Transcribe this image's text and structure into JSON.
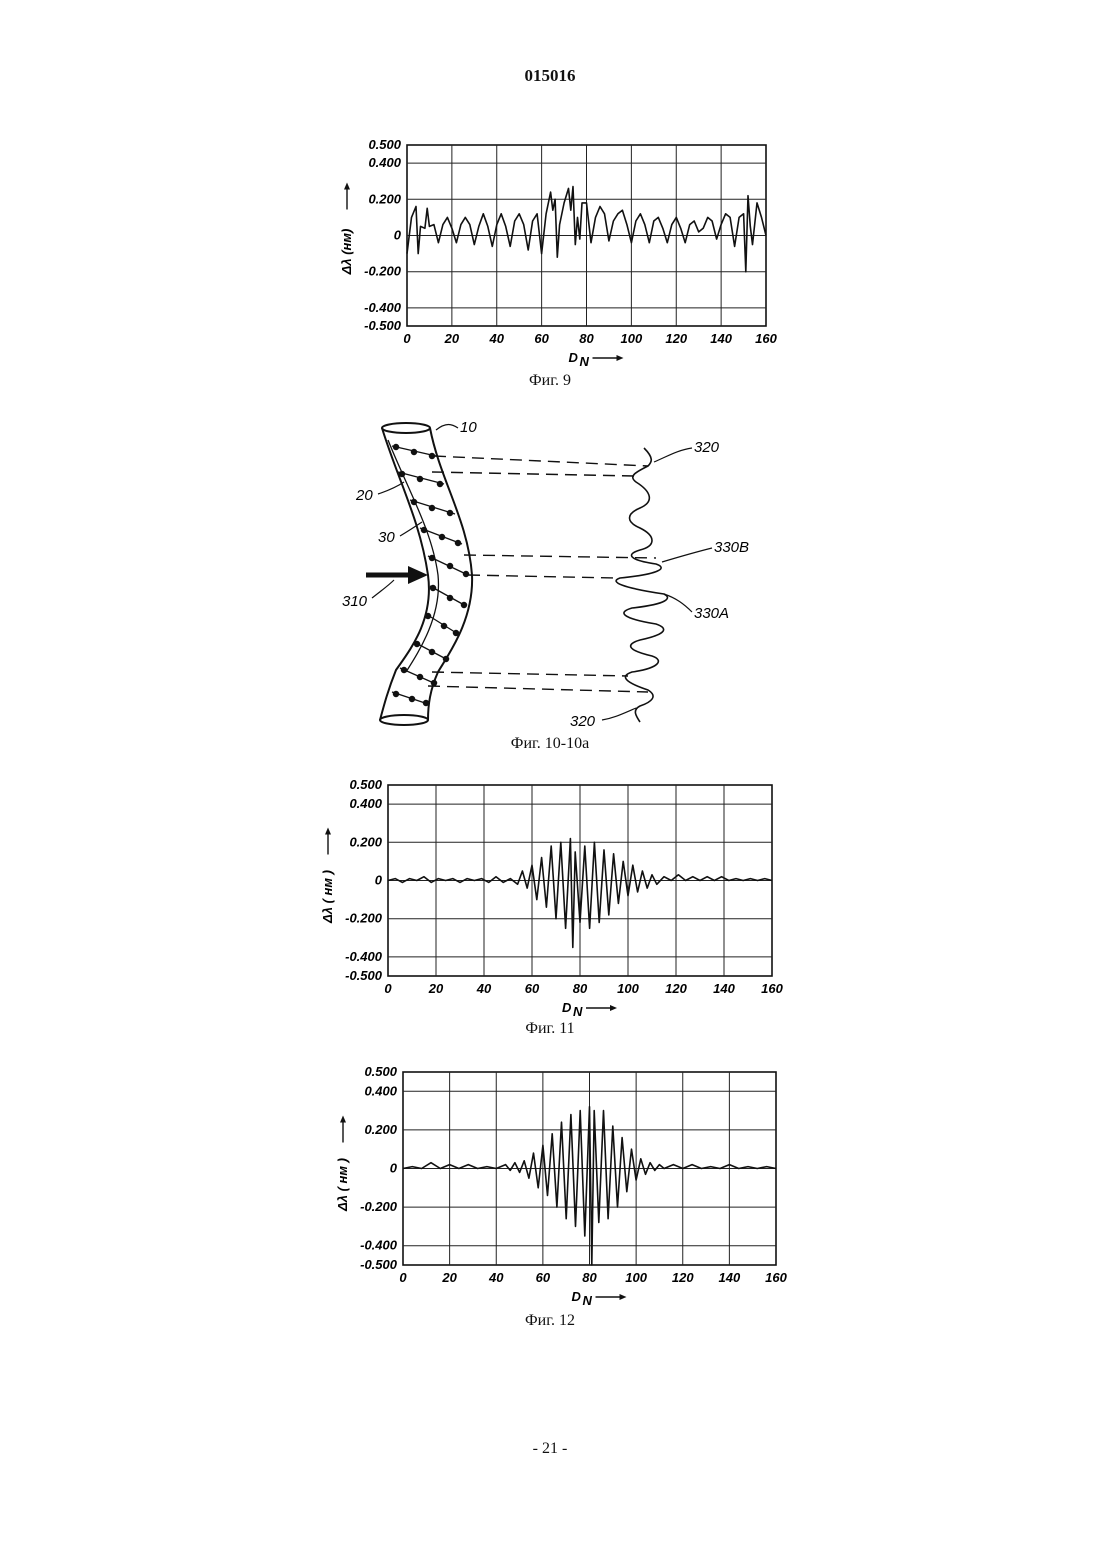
{
  "header": {
    "doc_number": "015016"
  },
  "footer": {
    "page_label": "- 21 -"
  },
  "charts": [
    {
      "id": "fig9",
      "caption": "Фиг. 9",
      "ylabel": "Δλ (нм)",
      "xlabel": "D",
      "xlabel_sub": "N",
      "ytick_labels": [
        "0.500",
        "0.400",
        "0.200",
        "0",
        "-0.200",
        "-0.400",
        "-0.500"
      ],
      "xtick_labels": [
        "0",
        "20",
        "40",
        "60",
        "80",
        "100",
        "120",
        "140",
        "160"
      ]
    },
    {
      "id": "fig11",
      "caption": "Фиг. 11",
      "ylabel": "Δλ ( нм )",
      "xlabel": "D",
      "xlabel_sub": "N",
      "ytick_labels": [
        "0.500",
        "0.400",
        "0.200",
        "0",
        "-0.200",
        "-0.400",
        "-0.500"
      ],
      "xtick_labels": [
        "0",
        "20",
        "40",
        "60",
        "80",
        "100",
        "120",
        "140",
        "160"
      ]
    },
    {
      "id": "fig12",
      "caption": "Фиг. 12",
      "ylabel": "Δλ ( нм )",
      "xlabel": "D",
      "xlabel_sub": "N",
      "ytick_labels": [
        "0.500",
        "0.400",
        "0.200",
        "0",
        "-0.200",
        "-0.400",
        "-0.500"
      ],
      "xtick_labels": [
        "0",
        "20",
        "40",
        "60",
        "80",
        "100",
        "120",
        "140",
        "160"
      ]
    }
  ],
  "chart_data": [
    {
      "type": "line",
      "xlim": [
        0,
        160
      ],
      "ylim": [
        -0.5,
        0.5
      ],
      "grid": true,
      "x": [
        0,
        2,
        4,
        5,
        6,
        8,
        9,
        10,
        12,
        14,
        16,
        18,
        20,
        22,
        24,
        26,
        28,
        30,
        32,
        34,
        36,
        38,
        40,
        42,
        44,
        46,
        48,
        50,
        52,
        54,
        56,
        58,
        60,
        62,
        64,
        65,
        66,
        67,
        68,
        70,
        72,
        73,
        74,
        75,
        76,
        77,
        78,
        80,
        82,
        84,
        86,
        88,
        90,
        92,
        94,
        96,
        98,
        100,
        102,
        104,
        106,
        108,
        110,
        112,
        114,
        116,
        118,
        120,
        122,
        124,
        126,
        128,
        130,
        132,
        134,
        136,
        138,
        140,
        142,
        144,
        146,
        148,
        150,
        151,
        152,
        153,
        154,
        156,
        158,
        160
      ],
      "y": [
        -0.1,
        0.1,
        0.16,
        -0.1,
        0.05,
        0.04,
        0.15,
        0.05,
        0.06,
        -0.04,
        0.06,
        0.1,
        0.04,
        -0.04,
        0.06,
        0.1,
        0.06,
        -0.05,
        0.05,
        0.12,
        0.05,
        -0.06,
        0.06,
        0.12,
        0.05,
        -0.06,
        0.08,
        0.12,
        0.06,
        -0.08,
        0.08,
        0.12,
        -0.1,
        0.12,
        0.24,
        0.14,
        0.2,
        -0.12,
        0.06,
        0.18,
        0.26,
        0.14,
        0.27,
        -0.05,
        0.1,
        -0.02,
        0.18,
        0.18,
        -0.04,
        0.1,
        0.16,
        0.12,
        -0.03,
        0.08,
        0.12,
        0.14,
        0.06,
        -0.04,
        0.08,
        0.12,
        0.06,
        -0.04,
        0.08,
        0.1,
        0.04,
        -0.04,
        0.06,
        0.1,
        0.04,
        -0.04,
        0.06,
        0.08,
        0.02,
        0.04,
        0.1,
        0.08,
        -0.02,
        0.06,
        0.12,
        0.1,
        -0.06,
        0.1,
        0.12,
        -0.2,
        0.22,
        0.05,
        -0.05,
        0.18,
        0.1,
        0.0
      ]
    },
    {
      "type": "line",
      "xlim": [
        0,
        160
      ],
      "ylim": [
        -0.5,
        0.5
      ],
      "grid": true,
      "x": [
        0,
        3,
        6,
        9,
        12,
        15,
        18,
        21,
        24,
        27,
        30,
        33,
        36,
        39,
        42,
        45,
        48,
        51,
        54,
        56,
        58,
        60,
        62,
        64,
        66,
        68,
        70,
        72,
        74,
        76,
        77,
        78,
        80,
        82,
        84,
        86,
        88,
        90,
        92,
        94,
        96,
        98,
        100,
        102,
        104,
        106,
        108,
        110,
        112,
        115,
        118,
        121,
        124,
        127,
        130,
        133,
        136,
        139,
        142,
        145,
        148,
        151,
        154,
        157,
        160
      ],
      "y": [
        0,
        0.01,
        -0.01,
        0.01,
        0.0,
        0.02,
        -0.01,
        0.01,
        0.0,
        0.01,
        -0.01,
        0.01,
        0.0,
        0.01,
        -0.01,
        0.02,
        -0.01,
        0.01,
        -0.02,
        0.05,
        -0.04,
        0.08,
        -0.1,
        0.12,
        -0.14,
        0.18,
        -0.2,
        0.2,
        -0.25,
        0.22,
        -0.35,
        0.15,
        -0.22,
        0.18,
        -0.25,
        0.2,
        -0.22,
        0.16,
        -0.18,
        0.14,
        -0.12,
        0.1,
        -0.08,
        0.08,
        -0.06,
        0.05,
        -0.04,
        0.03,
        -0.02,
        0.02,
        0.0,
        0.03,
        0.0,
        0.02,
        0.0,
        0.02,
        0.0,
        0.02,
        0.0,
        0.01,
        0.0,
        0.01,
        0.0,
        0.01,
        0.0
      ]
    },
    {
      "type": "line",
      "xlim": [
        0,
        160
      ],
      "ylim": [
        -0.5,
        0.5
      ],
      "grid": true,
      "x": [
        0,
        4,
        8,
        12,
        16,
        20,
        24,
        28,
        32,
        36,
        40,
        44,
        46,
        48,
        50,
        52,
        54,
        56,
        58,
        60,
        62,
        64,
        66,
        68,
        70,
        72,
        74,
        76,
        78,
        80,
        81,
        82,
        84,
        86,
        88,
        90,
        92,
        94,
        96,
        98,
        100,
        102,
        104,
        106,
        108,
        110,
        112,
        116,
        120,
        124,
        128,
        132,
        136,
        140,
        144,
        148,
        152,
        156,
        160
      ],
      "y": [
        0,
        0.01,
        0.0,
        0.03,
        0.0,
        0.02,
        0.0,
        0.02,
        0.0,
        0.01,
        0.0,
        0.02,
        -0.01,
        0.03,
        -0.02,
        0.04,
        -0.05,
        0.08,
        -0.1,
        0.12,
        -0.14,
        0.18,
        -0.2,
        0.24,
        -0.26,
        0.28,
        -0.3,
        0.3,
        -0.35,
        0.32,
        -0.5,
        0.3,
        -0.28,
        0.3,
        -0.26,
        0.22,
        -0.2,
        0.16,
        -0.12,
        0.1,
        -0.06,
        0.05,
        -0.03,
        0.03,
        -0.01,
        0.02,
        0.0,
        0.02,
        0.0,
        0.02,
        0.0,
        0.01,
        0.0,
        0.02,
        0.0,
        0.01,
        0.0,
        0.01,
        0.0
      ]
    }
  ],
  "diagram": {
    "caption": "Фиг. 10-10а",
    "labels": {
      "tube": "10",
      "surface": "20",
      "fiber": "30",
      "force": "310",
      "spectrum_top": "320",
      "spectrum_bottom": "320",
      "peak_b": "330B",
      "peak_a": "330A"
    }
  }
}
